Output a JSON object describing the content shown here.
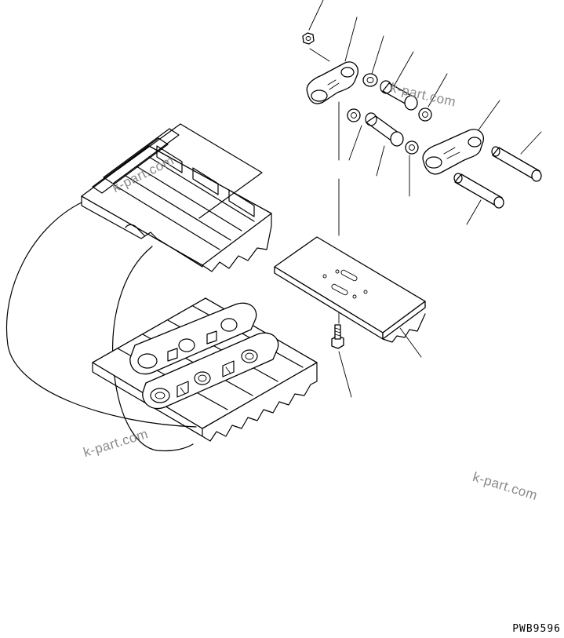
{
  "watermarks": [
    "k-part.com",
    "k-part.com",
    "k-part.com",
    "k-part.com"
  ],
  "drawing_code": "PWB9596",
  "colors": {
    "line": "#000000",
    "background": "#ffffff",
    "watermark": "#8a8a8a"
  }
}
